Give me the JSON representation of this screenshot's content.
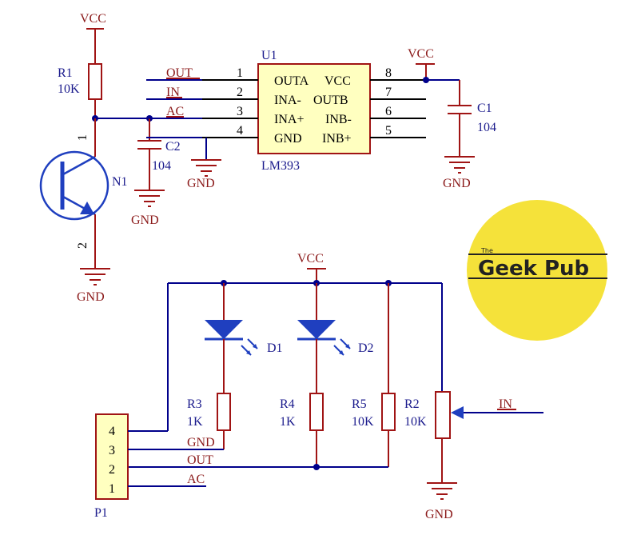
{
  "net_labels": {
    "vcc": "VCC",
    "gnd": "GND",
    "out": "OUT",
    "in": "IN",
    "ac": "AC"
  },
  "components": {
    "r1": {
      "ref": "R1",
      "value": "10K"
    },
    "r2": {
      "ref": "R2",
      "value": "10K"
    },
    "r3": {
      "ref": "R3",
      "value": "1K"
    },
    "r4": {
      "ref": "R4",
      "value": "1K"
    },
    "r5": {
      "ref": "R5",
      "value": "10K"
    },
    "c1": {
      "ref": "C1",
      "value": "104"
    },
    "c2": {
      "ref": "C2",
      "value": "104"
    },
    "d1": {
      "ref": "D1"
    },
    "d2": {
      "ref": "D2"
    },
    "n1": {
      "ref": "N1",
      "pin1": "1",
      "pin2": "2"
    },
    "p1": {
      "ref": "P1",
      "pins": [
        "4",
        "3",
        "2",
        "1"
      ]
    },
    "u1": {
      "ref": "U1",
      "part": "LM393",
      "left_pins": [
        "1",
        "2",
        "3",
        "4"
      ],
      "right_pins": [
        "8",
        "7",
        "6",
        "5"
      ],
      "left_names": [
        "OUTA",
        "INA-",
        "INA+",
        "GND"
      ],
      "right_names": [
        "VCC",
        "OUTB",
        "INB-",
        "INB+"
      ]
    }
  },
  "logo": {
    "small": "The",
    "title": "Geek Pub",
    "color": "#f5e23a"
  },
  "colors": {
    "wire": "#00008b",
    "component": "#a01414",
    "label": "#8b1a1a"
  }
}
